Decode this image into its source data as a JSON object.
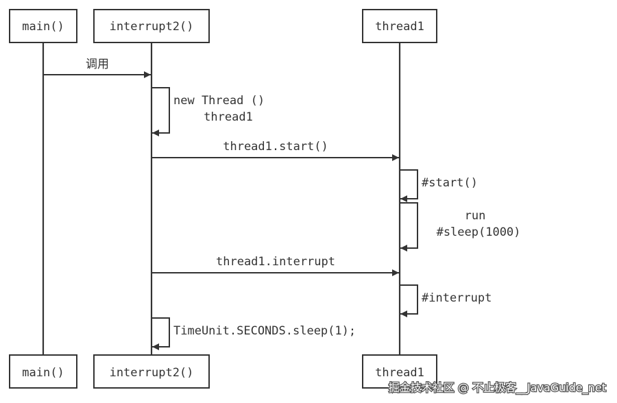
{
  "participants": {
    "main": "main()",
    "interrupt2": "interrupt2()",
    "thread1": "thread1"
  },
  "messages": {
    "m1": "调用",
    "m2_line1": "new Thread ()",
    "m2_line2": "thread1",
    "m3": "thread1.start()",
    "m4": "#start()",
    "m5_line1": "run",
    "m5_line2": "#sleep(1000)",
    "m6": "thread1.interrupt",
    "m7": "#interrupt",
    "m8": "TimeUnit.SECONDS.sleep(1);"
  },
  "watermark": "掘金技术社区 @ 不止极客__JavaGuide_net"
}
